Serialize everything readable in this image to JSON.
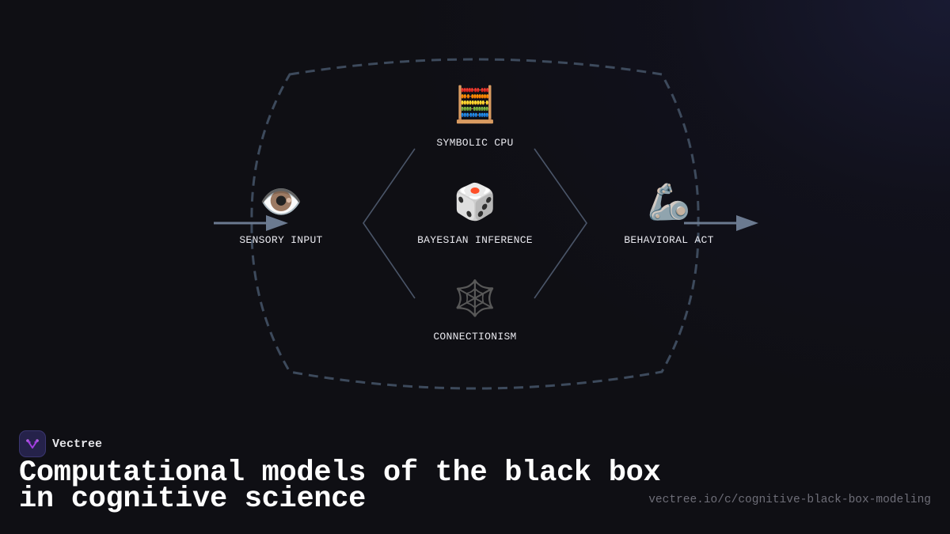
{
  "diagram": {
    "nodes": {
      "sensory_input": {
        "label": "SENSORY INPUT",
        "icon": "eye-icon",
        "glyph": "👁️"
      },
      "symbolic_cpu": {
        "label": "SYMBOLIC CPU",
        "icon": "abacus-icon",
        "glyph": "🧮"
      },
      "bayesian_inference": {
        "label": "BAYESIAN INFERENCE",
        "icon": "die-icon",
        "glyph": "🎲"
      },
      "connectionism": {
        "label": "CONNECTIONISM",
        "icon": "spider-web-icon",
        "glyph": "🕸️"
      },
      "behavioral_act": {
        "label": "BEHAVIORAL ACT",
        "icon": "mechanical-arm-icon",
        "glyph": "🦾"
      }
    },
    "colors": {
      "box_dash": "#3d4a5c",
      "connector": "#4a5568",
      "arrow": "#6b7a90",
      "background": "#0f0f14"
    }
  },
  "footer": {
    "brand": {
      "name": "Vectree",
      "logo_icon": "vectree-logo-icon",
      "logo_color": "#a23ee0"
    },
    "title_line1": "Computational models of the black box",
    "title_line2": "in cognitive science",
    "url": "vectree.io/c/cognitive-black-box-modeling"
  }
}
